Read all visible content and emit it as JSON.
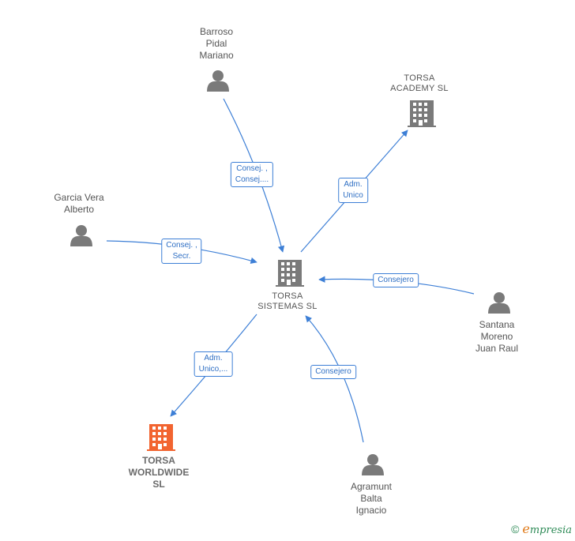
{
  "nodes": {
    "torsa_sistemas": {
      "label": "TORSA\nSISTEMAS SL",
      "kind": "company"
    },
    "torsa_academy": {
      "label": "TORSA\nACADEMY SL",
      "kind": "company"
    },
    "torsa_worldwide": {
      "label": "TORSA\nWORLDWIDE\nSL",
      "kind": "company-highlight",
      "color": "#f26430"
    },
    "barroso": {
      "label": "Barroso\nPidal\nMariano",
      "kind": "person"
    },
    "garcia": {
      "label": "Garcia Vera\nAlberto",
      "kind": "person"
    },
    "santana": {
      "label": "Santana\nMoreno\nJuan Raul",
      "kind": "person"
    },
    "agramunt": {
      "label": "Agramunt\nBalta\nIgnacio",
      "kind": "person"
    }
  },
  "edges": {
    "barroso_sistemas": "Consej. ,\nConsej....",
    "garcia_sistemas": "Consej. ,\nSecr.",
    "sistemas_academy": "Adm.\nUnico",
    "santana_sistemas": "Consejero",
    "sistemas_worldwide": "Adm.\nUnico,...",
    "agramunt_sistemas": "Consejero"
  },
  "colors": {
    "edge": "#3d7fd6",
    "icon_gray": "#7a7a7a",
    "highlight": "#f26430"
  },
  "footer": {
    "copyright": "©",
    "brand_initial": "e",
    "brand_rest": "mpresia"
  }
}
